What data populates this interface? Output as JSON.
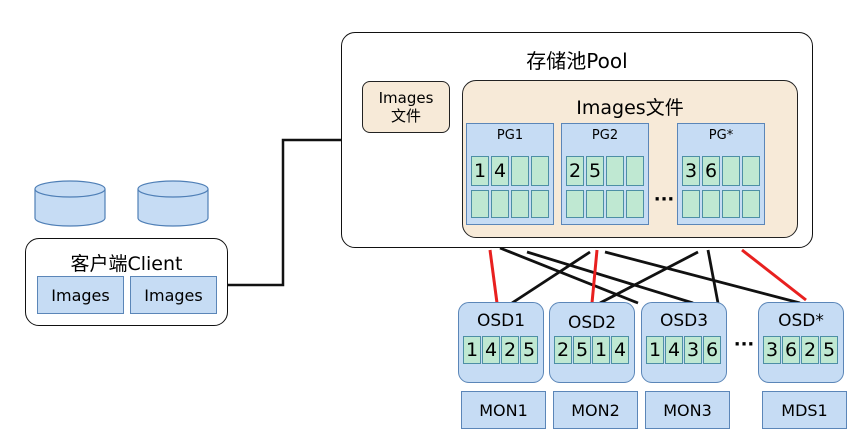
{
  "client": {
    "label": "客户端Client",
    "images": [
      "Images",
      "Images"
    ]
  },
  "pool": {
    "title": "存储池Pool",
    "images_file_small": [
      "Images",
      "文件"
    ],
    "images_file_title": "Images文件",
    "pgs": [
      {
        "label": "PG1",
        "cells": [
          "1",
          "4",
          "",
          ""
        ]
      },
      {
        "label": "PG2",
        "cells": [
          "2",
          "5",
          "",
          ""
        ]
      },
      {
        "label": "PG*",
        "cells": [
          "3",
          "6",
          "",
          ""
        ]
      }
    ],
    "pg_ellipsis": "···"
  },
  "osds": [
    {
      "label": "OSD1",
      "cells": [
        "1",
        "4",
        "2",
        "5"
      ]
    },
    {
      "label": "OSD2",
      "cells": [
        "2",
        "5",
        "1",
        "4"
      ]
    },
    {
      "label": "OSD3",
      "cells": [
        "1",
        "4",
        "3",
        "6"
      ]
    },
    {
      "label": "OSD*",
      "cells": [
        "3",
        "6",
        "2",
        "5"
      ]
    }
  ],
  "osd_ellipsis": "···",
  "monitors": [
    "MON1",
    "MON2",
    "MON3",
    "MDS1"
  ],
  "colors": {
    "primary_link": "#e8201f",
    "replica_link": "#111111",
    "box_blue": "#c6dcf4",
    "cell_green": "#bfe8d2",
    "pool_inner": "#f7ead8"
  }
}
